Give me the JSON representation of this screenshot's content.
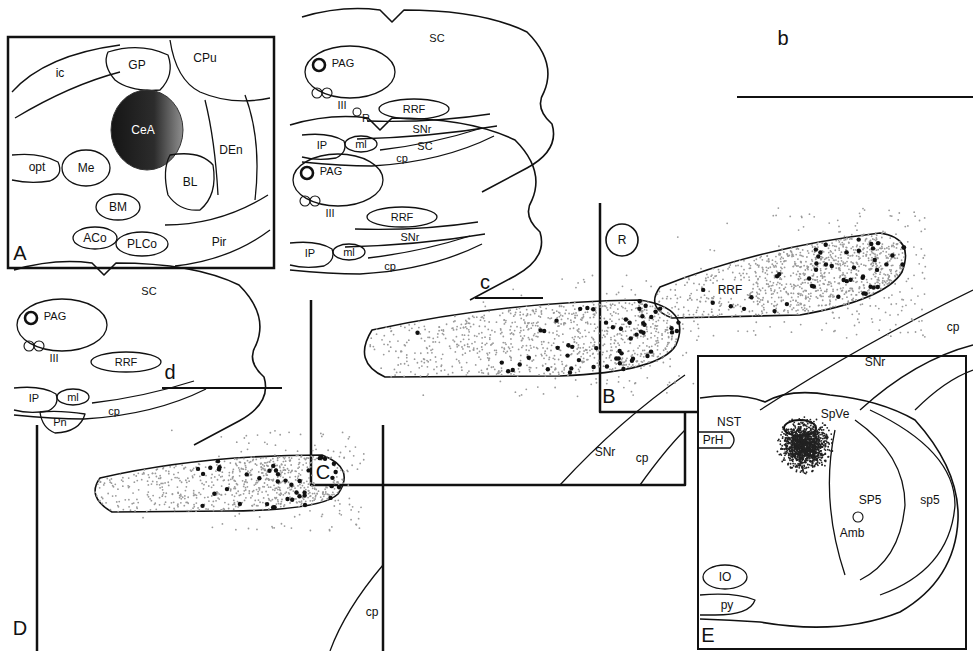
{
  "diagram": {
    "labels": [
      "ic",
      "GP",
      "CPu",
      "CeA",
      "DEn",
      "opt",
      "Me",
      "BL",
      "BM",
      "ACo",
      "PLCo",
      "Pir",
      "A",
      "SC",
      "PAG",
      "III",
      "R",
      "RRF",
      "SNr",
      "IP",
      "ml",
      "cp",
      "b",
      "R",
      "RRF",
      "SNr",
      "cp",
      "B",
      "SC",
      "PAG",
      "III",
      "RRF",
      "SNr",
      "IP",
      "ml",
      "cp",
      "c",
      "SNr",
      "cp",
      "C",
      "SC",
      "PAG",
      "III",
      "RRF",
      "d",
      "IP",
      "ml",
      "cp",
      "Pn",
      "cp",
      "D",
      "NST",
      "SpVe",
      "PrH",
      "SP5",
      "sp5",
      "Amb",
      "IO",
      "py",
      "E"
    ]
  }
}
